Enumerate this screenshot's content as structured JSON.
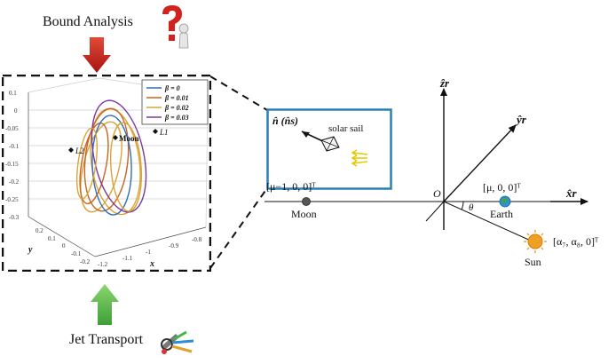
{
  "top_label": "Bound Analysis",
  "bottom_label": "Jet Transport",
  "legend": [
    {
      "label": "β = 0",
      "color": "#2f6fb8"
    },
    {
      "label": "β = 0.01",
      "color": "#c8641e"
    },
    {
      "label": "β = 0.02",
      "color": "#d8a53a"
    },
    {
      "label": "β = 0.03",
      "color": "#7a3aa0"
    }
  ],
  "plot": {
    "moon_label": "Moon",
    "l1_label": "L1",
    "l2_label": "L2",
    "y_axis_letter": "y",
    "x_axis_letter": "x",
    "z_ticks": [
      "0.1",
      "0",
      "-0.05",
      "-0.1",
      "-0.15",
      "-0.2",
      "-0.25",
      "-0.3"
    ],
    "x_ticks": [
      "-1.2",
      "-1.1",
      "-1",
      "-0.9",
      "-0.8"
    ],
    "y_ticks": [
      "0.2",
      "0.1",
      "0",
      "-0.1",
      "-0.2"
    ]
  },
  "sail_box": {
    "normal_label": "n̂ (n̂s)",
    "sail_label": "solar sail"
  },
  "frame": {
    "z_label": "ẑr",
    "y_label": "ŷr",
    "x_label": "x̂r",
    "origin_label": "O",
    "theta_label": "θ",
    "moon_coord": "[μ−1, 0, 0]ᵀ",
    "moon_label": "Moon",
    "earth_coord": "[μ, 0, 0]ᵀ",
    "earth_label": "Earth",
    "sun_coord": "[α₇, α₈, 0]ᵀ",
    "sun_label": "Sun"
  },
  "colors": {
    "frame_box": "#2a7fb5",
    "down_arrow": "#cc2a22",
    "up_arrow": "#6fc25a",
    "sun": "#f0a020"
  }
}
